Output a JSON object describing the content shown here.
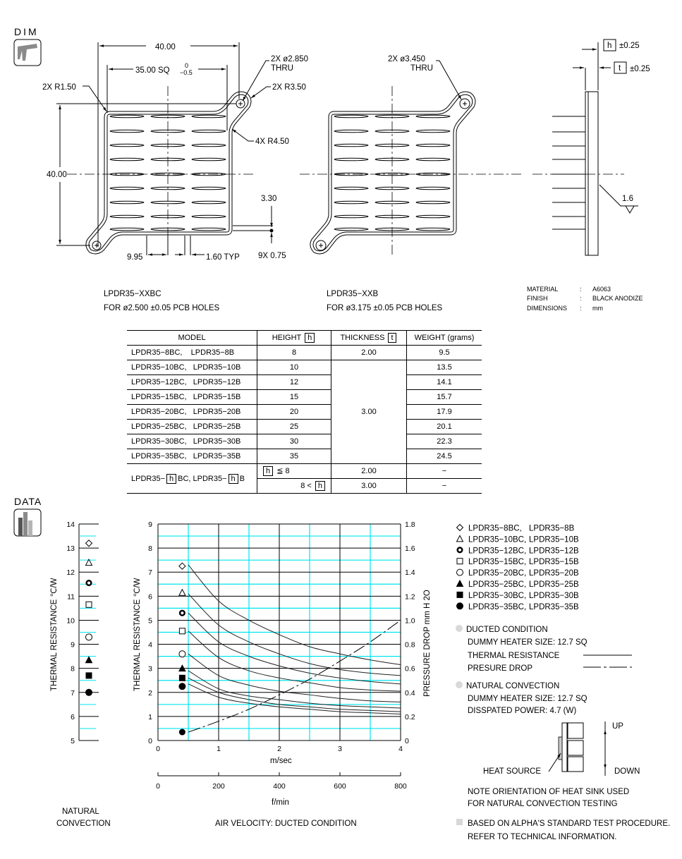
{
  "sections": {
    "dim": "DIM",
    "data": "DATA"
  },
  "drawing": {
    "width_dim": "40.00",
    "sq_dim": "35.00 SQ",
    "sq_tol_upper": "0",
    "sq_tol_lower": "−0.5",
    "r150": "2X R1.50",
    "hole_2850": "2X ø2.850",
    "thru1": "THRU",
    "r350": "2X R3.50",
    "r450": "4X R4.50",
    "height_dim": "40.00",
    "d330": "3.30",
    "d995": "9.95",
    "d160": "1.60 TYP",
    "d075": "9X 0.75",
    "hole_3450": "2X ø3.450",
    "thru2": "THRU",
    "h_box": "h",
    "h_tol": "±0.25",
    "t_box": "t",
    "t_tol": "±0.25",
    "roughness": "1.6",
    "left_model": "LPDR35−XXBC",
    "left_note": "FOR ø2.500 ±0.05 PCB HOLES",
    "mid_model": "LPDR35−XXB",
    "mid_note": "FOR ø3.175 ±0.05 PCB HOLES",
    "specs": [
      {
        "label": "MATERIAL",
        "sep": ":",
        "value": "A6063"
      },
      {
        "label": "FINISH",
        "sep": ":",
        "value": "BLACK ANODIZE"
      },
      {
        "label": "DIMENSIONS",
        "sep": ":",
        "value": "mm"
      }
    ]
  },
  "table": {
    "headers": {
      "model": "MODEL",
      "height": "HEIGHT",
      "h": "h",
      "thickness": "THICKNESS",
      "t": "t",
      "weight": "WEIGHT  (grams)"
    },
    "rows": [
      {
        "model": "LPDR35−8BC,    LPDR35−8B",
        "height": "8",
        "thickness": "2.00",
        "weight": "9.5"
      },
      {
        "model": "LPDR35−10BC,   LPDR35−10B",
        "height": "10",
        "thickness": "3.00",
        "weight": "13.5"
      },
      {
        "model": "LPDR35−12BC,   LPDR35−12B",
        "height": "12",
        "weight": "14.1"
      },
      {
        "model": "LPDR35−15BC,   LPDR35−15B",
        "height": "15",
        "weight": "15.7"
      },
      {
        "model": "LPDR35−20BC,   LPDR35−20B",
        "height": "20",
        "weight": "17.9"
      },
      {
        "model": "LPDR35−25BC,   LPDR35−25B",
        "height": "25",
        "weight": "20.1"
      },
      {
        "model": "LPDR35−30BC,   LPDR35−30B",
        "height": "30",
        "weight": "22.3"
      },
      {
        "model": "LPDR35−35BC,   LPDR35−35B",
        "height": "35",
        "weight": "24.5"
      }
    ],
    "custom": {
      "model_a": "LPDR35−",
      "h": "h",
      "model_b": "BC, LPDR35−",
      "model_c": "B",
      "cond1": "≦ 8",
      "cond2": "8 <",
      "thick1": "2.00",
      "thick2": "3.00",
      "weight1": "−",
      "weight2": "−"
    }
  },
  "chart_data": [
    {
      "type": "scatter",
      "title": "NATURAL CONVECTION",
      "ylabel": "THERMAL  RESISTANCE   ℃/W",
      "ylim": [
        5,
        14
      ],
      "yticks": [
        "5",
        "6",
        "7",
        "8",
        "9",
        "10",
        "11",
        "12",
        "13",
        "14"
      ],
      "series": [
        {
          "name": "LPDR35−8BC, LPDR35−8B",
          "marker": "diamond",
          "value": 13.2
        },
        {
          "name": "LPDR35−10BC, LPDR35−10B",
          "marker": "triangle",
          "value": 12.4
        },
        {
          "name": "LPDR35−12BC, LPDR35−12B",
          "marker": "ring",
          "value": 11.55
        },
        {
          "name": "LPDR35−15BC, LPDR35−15B",
          "marker": "square",
          "value": 10.65
        },
        {
          "name": "LPDR35−20BC, LPDR35−20B",
          "marker": "circle",
          "value": 9.3
        },
        {
          "name": "LPDR35−25BC, LPDR35−25B",
          "marker": "triangle-filled",
          "value": 8.35
        },
        {
          "name": "LPDR35−30BC, LPDR35−30B",
          "marker": "square-filled",
          "value": 7.7
        },
        {
          "name": "LPDR35−35BC, LPDR35−35B",
          "marker": "circle-filled",
          "value": 7.0
        }
      ],
      "label_1": "NATURAL",
      "label_2": "CONVECTION"
    },
    {
      "type": "line",
      "title": "AIR VELOCITY:  DUCTED CONDITION",
      "xlabel": "m/sec",
      "xlabel2": "f/min",
      "ylabel": "THERMAL  RESISTANCE   ℃/W",
      "y2label": "PRESSURE  DROP    mm H 2O",
      "xlim": [
        0,
        4
      ],
      "ylim": [
        0,
        9
      ],
      "y2lim": [
        0,
        1.8
      ],
      "xticks": [
        "0",
        "1",
        "2",
        "3",
        "4"
      ],
      "x2ticks": [
        "0",
        "200",
        "400",
        "600",
        "800"
      ],
      "yticks": [
        "0",
        "1",
        "2",
        "3",
        "4",
        "5",
        "6",
        "7",
        "8",
        "9"
      ],
      "y2ticks": [
        "0",
        "0.2",
        "0.4",
        "0.6",
        "0.8",
        "1.0",
        "1.2",
        "1.4",
        "1.6",
        "1.8"
      ],
      "x": [
        0.5,
        1,
        1.5,
        2,
        2.5,
        3,
        3.5,
        4
      ],
      "marker_x": 0.4,
      "series": [
        {
          "name": "LPDR35−8B",
          "marker": "diamond",
          "start": 7.25,
          "values": [
            7.3,
            5.8,
            5.0,
            4.4,
            3.9,
            3.6,
            3.35,
            3.15
          ]
        },
        {
          "name": "LPDR35−10B",
          "marker": "triangle",
          "start": 6.15,
          "values": [
            6.1,
            4.8,
            4.1,
            3.6,
            3.2,
            2.95,
            2.8,
            2.7
          ]
        },
        {
          "name": "LPDR35−12B",
          "marker": "ring",
          "start": 5.3,
          "values": [
            5.3,
            4.1,
            3.5,
            3.1,
            2.8,
            2.6,
            2.45,
            2.35
          ]
        },
        {
          "name": "LPDR35−15B",
          "marker": "square",
          "start": 4.55,
          "values": [
            4.55,
            3.45,
            2.9,
            2.6,
            2.4,
            2.2,
            2.1,
            2.05
          ]
        },
        {
          "name": "LPDR35−20B",
          "marker": "circle",
          "start": 3.6,
          "values": [
            3.6,
            2.7,
            2.3,
            2.05,
            1.9,
            1.75,
            1.65,
            1.6
          ]
        },
        {
          "name": "LPDR35−25B",
          "marker": "triangle-filled",
          "start": 3.0,
          "values": [
            2.9,
            2.15,
            1.85,
            1.7,
            1.55,
            1.45,
            1.4,
            1.35
          ]
        },
        {
          "name": "LPDR35−30B",
          "marker": "square-filled",
          "start": 2.6,
          "values": [
            2.6,
            2.0,
            1.7,
            1.5,
            1.4,
            1.3,
            1.25,
            1.2
          ]
        },
        {
          "name": "LPDR35−35B",
          "marker": "circle-filled",
          "start": 2.25,
          "values": [
            2.35,
            1.8,
            1.55,
            1.4,
            1.3,
            1.2,
            1.15,
            1.1
          ]
        }
      ],
      "pressure_drop": {
        "x": [
          0.5,
          1,
          1.5,
          2,
          2.5,
          3,
          3.5,
          4
        ],
        "values": [
          0.07,
          0.16,
          0.26,
          0.38,
          0.51,
          0.66,
          0.82,
          1.0
        ],
        "start": 0.07
      }
    }
  ],
  "legend": {
    "items": [
      {
        "marker": "diamond",
        "a": "LPDR35−8BC,",
        "b": "LPDR35−8B"
      },
      {
        "marker": "triangle",
        "a": "LPDR35−10BC,",
        "b": "LPDR35−10B"
      },
      {
        "marker": "ring",
        "a": "LPDR35−12BC,",
        "b": "LPDR35−12B"
      },
      {
        "marker": "square",
        "a": "LPDR35−15BC,",
        "b": "LPDR35−15B"
      },
      {
        "marker": "circle",
        "a": "LPDR35−20BC,",
        "b": "LPDR35−20B"
      },
      {
        "marker": "triangle-filled",
        "a": "LPDR35−25BC,",
        "b": "LPDR35−25B"
      },
      {
        "marker": "square-filled",
        "a": "LPDR35−30BC,",
        "b": "LPDR35−30B"
      },
      {
        "marker": "circle-filled",
        "a": "LPDR35−35BC,",
        "b": "LPDR35−35B"
      }
    ],
    "ducted": "DUCTED CONDITION",
    "ducted_heater": "DUMMY HEATER SIZE: 12.7 SQ",
    "thermal_resistance": "THERMAL RESISTANCE",
    "pressure_drop": "PRESURE DROP",
    "natural": "NATURAL CONVECTION",
    "natural_heater": "DUMMY HEATER SIZE: 12.7 SQ",
    "power": "DISSPATED POWER: 4.7 (W)",
    "up": "UP",
    "down": "DOWN",
    "heat_source": "HEAT SOURCE",
    "note1": "NOTE ORIENTATION OF HEAT SINK USED",
    "note2": "FOR NATURAL CONVECTION TESTING",
    "ref1": "BASED ON ALPHA'S STANDARD TEST PROCEDURE.",
    "ref2": "REFER TO TECHNICAL INFORMATION."
  },
  "colors": {
    "grid_major": "#000000",
    "grid_minor": "#00e5ee",
    "icon_gray": "#8a8a8a",
    "bullet_gray": "#d8d8d8"
  }
}
